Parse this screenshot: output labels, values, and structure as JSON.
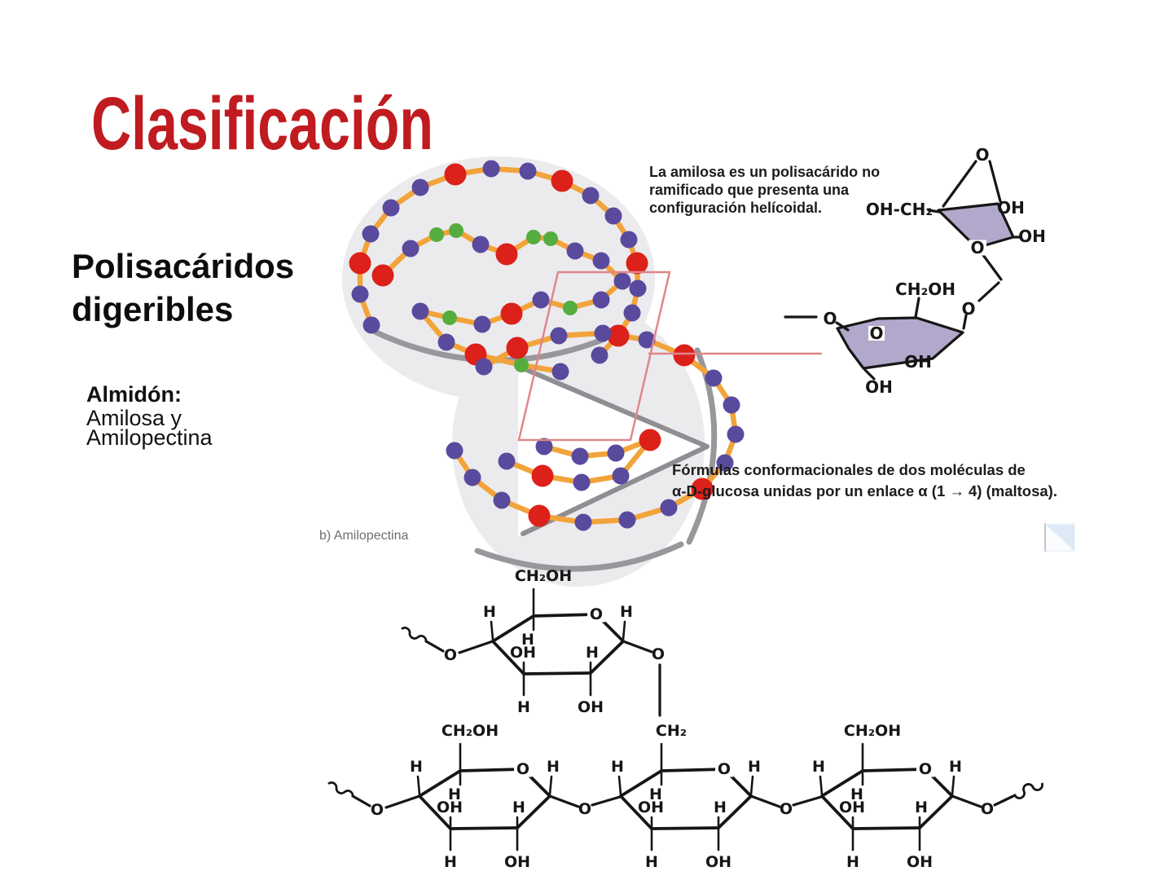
{
  "slide": {
    "title": "Clasificación"
  },
  "left_panel": {
    "heading_lines": [
      "Polisacáridos",
      "digeribles"
    ],
    "term_bold": "Almidón:",
    "term_lines": [
      "Amilosa y",
      "Amilopectina"
    ]
  },
  "amylose": {
    "description_lines": [
      "La amilosa es un polisacárido no",
      "ramificado que presenta una",
      "configuración helícoidal."
    ],
    "caption_lines": [
      "Fórmulas conformacionales de dos moléculas de",
      "α-D-glucosa unidas por un enlace α (1 → 4) (maltosa)."
    ]
  },
  "amylopectin": {
    "label": "b) Amilopectina"
  },
  "chem_labels": {
    "o": "O",
    "h": "H",
    "oh": "OH",
    "ohch2": "OH-CH₂",
    "ch2oh": "CH₂OH",
    "ch2": "CH₂"
  },
  "colors": {
    "title_red": "#c01b20",
    "ink": "#161616",
    "bead_purple": "#5a4a9e",
    "bead_red": "#dc201a",
    "bead_green": "#55ad3f",
    "chain_orange": "#f2a43a",
    "ring_fill": "#b2a8cb",
    "pink": "#e0868a",
    "disc": "#ebebee",
    "disc_edge": "#97979c",
    "flag_blue": "#d9e7f4"
  },
  "helix": {
    "strands": [
      {
        "name": "outer-top-coil",
        "beads": [
          [
            456,
            399,
            "p"
          ],
          [
            442,
            361,
            "p"
          ],
          [
            442,
            323,
            "r"
          ],
          [
            455,
            287,
            "p"
          ],
          [
            480,
            255,
            "p"
          ],
          [
            516,
            230,
            "p"
          ],
          [
            559,
            214,
            "r"
          ],
          [
            603,
            207,
            "p"
          ],
          [
            648,
            210,
            "p"
          ],
          [
            690,
            222,
            "r"
          ],
          [
            725,
            240,
            "p"
          ],
          [
            753,
            265,
            "p"
          ],
          [
            772,
            294,
            "p"
          ],
          [
            782,
            323,
            "r"
          ],
          [
            783,
            354,
            "p"
          ],
          [
            776,
            384,
            "p"
          ],
          [
            759,
            412,
            "r"
          ],
          [
            736,
            436,
            "p"
          ]
        ]
      },
      {
        "name": "middle-meander",
        "beads": [
          [
            470,
            338,
            "r"
          ],
          [
            504,
            305,
            "p"
          ],
          [
            536,
            288,
            "g"
          ],
          [
            560,
            283,
            "g"
          ],
          [
            590,
            300,
            "p"
          ],
          [
            622,
            312,
            "r"
          ],
          [
            655,
            291,
            "g"
          ],
          [
            676,
            293,
            "g"
          ],
          [
            706,
            308,
            "p"
          ],
          [
            738,
            320,
            "p"
          ],
          [
            764,
            345,
            "p"
          ],
          [
            738,
            368,
            "p"
          ],
          [
            700,
            378,
            "g"
          ],
          [
            664,
            368,
            "p"
          ],
          [
            628,
            385,
            "r"
          ],
          [
            592,
            398,
            "p"
          ],
          [
            552,
            390,
            "g"
          ],
          [
            516,
            382,
            "p"
          ],
          [
            548,
            420,
            "p"
          ],
          [
            584,
            435,
            "r"
          ],
          [
            640,
            448,
            "g"
          ],
          [
            688,
            456,
            "p"
          ]
        ]
      },
      {
        "name": "lower-coil",
        "beads": [
          [
            594,
            450,
            "p"
          ],
          [
            635,
            427,
            "r"
          ],
          [
            686,
            412,
            "p"
          ],
          [
            740,
            409,
            "p"
          ],
          [
            794,
            417,
            "p"
          ],
          [
            840,
            436,
            "r"
          ],
          [
            876,
            464,
            "p"
          ],
          [
            898,
            497,
            "p"
          ],
          [
            903,
            533,
            "p"
          ],
          [
            890,
            568,
            "p"
          ],
          [
            862,
            600,
            "r"
          ],
          [
            821,
            623,
            "p"
          ],
          [
            770,
            638,
            "p"
          ],
          [
            716,
            641,
            "p"
          ],
          [
            662,
            633,
            "r"
          ],
          [
            616,
            614,
            "p"
          ],
          [
            580,
            586,
            "p"
          ],
          [
            558,
            553,
            "p"
          ]
        ]
      },
      {
        "name": "inner-tail",
        "beads": [
          [
            668,
            548,
            "p"
          ],
          [
            712,
            560,
            "p"
          ],
          [
            756,
            556,
            "p"
          ],
          [
            798,
            540,
            "r"
          ],
          [
            762,
            584,
            "p"
          ],
          [
            714,
            592,
            "p"
          ],
          [
            666,
            584,
            "r"
          ],
          [
            622,
            566,
            "p"
          ]
        ]
      }
    ]
  }
}
